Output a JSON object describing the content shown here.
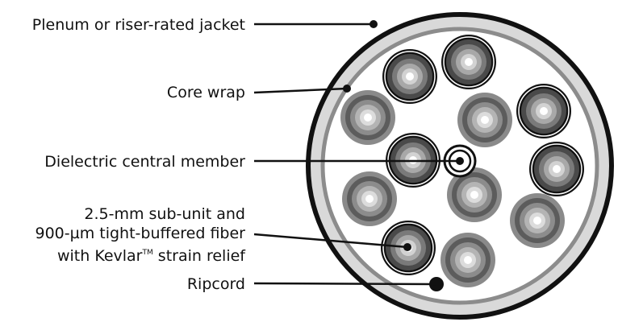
{
  "labels": {
    "jacket": "Plenum or riser-rated jacket",
    "core_wrap": "Core wrap",
    "central_member": "Dielectric central member",
    "subunit_line1": "2.5-mm sub-unit and",
    "subunit_line2": "900-µm tight-buffered fiber",
    "subunit_line3_prefix": "with Kevlar",
    "subunit_line3_tm": "TM",
    "subunit_line3_suffix": " strain relief",
    "ripcord": "Ripcord"
  },
  "colors": {
    "outline": "#111111",
    "jacket_fill": "#d9d9d9",
    "core_wrap_ring": "#8c8c8c",
    "subunit_dark": "#222222",
    "subunit_light": "#8a8a8a"
  }
}
